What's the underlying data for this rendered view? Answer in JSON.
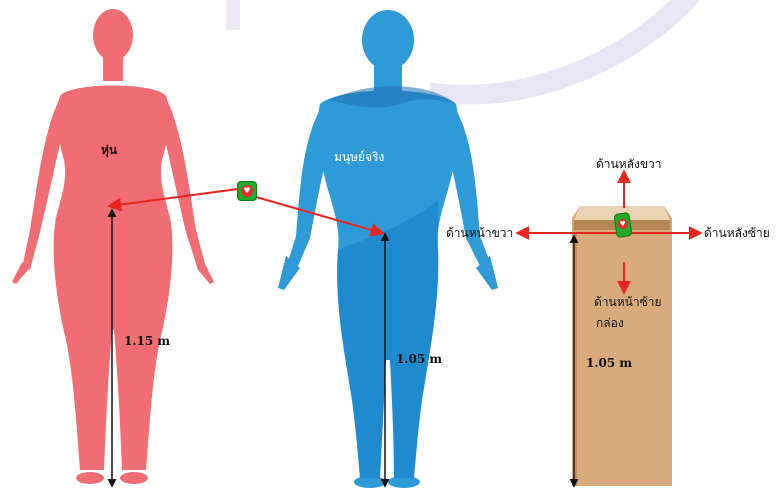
{
  "labels": {
    "mannequin": "หุ่น",
    "human": "มนุษย์จริง",
    "box": "กล่อง",
    "mannequin_height": "1.15 m",
    "human_height": "1.05 m",
    "box_height": "1.05 m",
    "box_top": "ด้านหลังขวา",
    "box_left": "ด้านหน้าขวา",
    "box_right": "ด้านหลังซ้าย",
    "box_front": "ด้านหน้าซ้าย"
  },
  "colors": {
    "mannequin": "#ef6d73",
    "human": "#2e9bd8",
    "human_dark": "#1580c8",
    "box": "#d9ab7c",
    "box_top": "#ebd1b3",
    "tape": "#b58654",
    "arrow": "#e8251f",
    "dimension": "#111111",
    "sensor": "#1faa2a",
    "watermark": "#e0dcf0"
  },
  "icons": {
    "sensor": "heart-rate-sensor-icon"
  }
}
